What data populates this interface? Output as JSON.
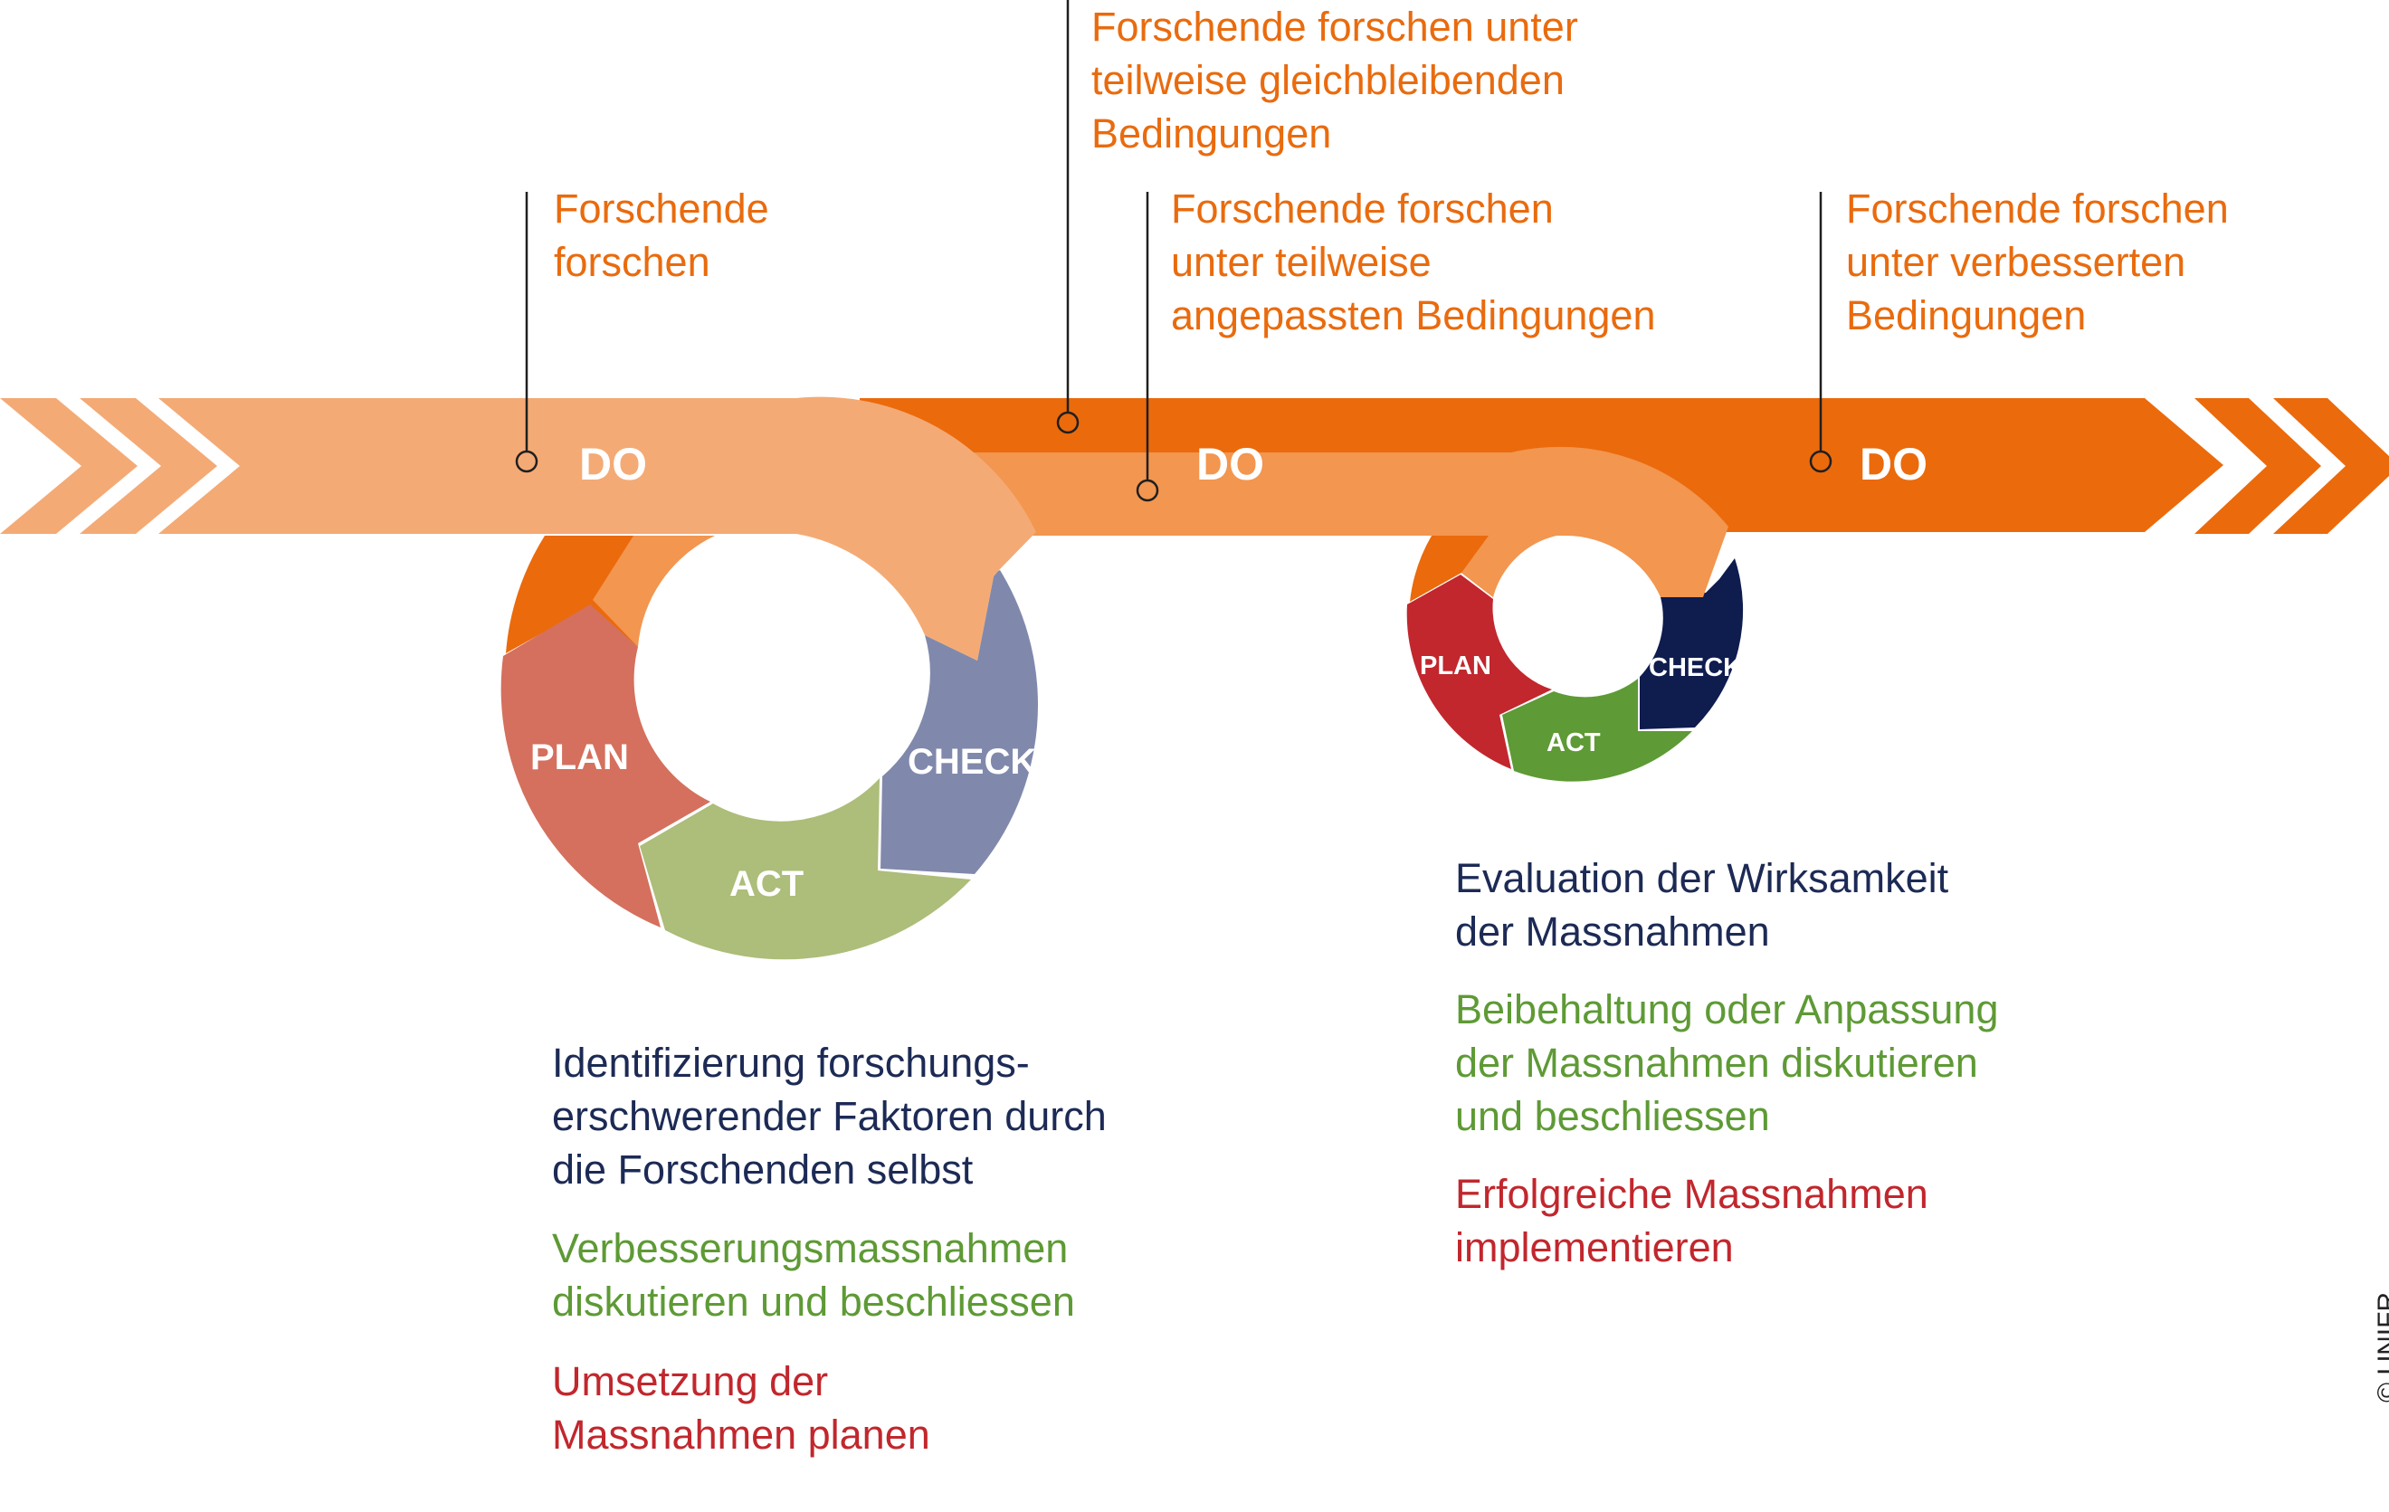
{
  "colors": {
    "light_orange": "#f4aa75",
    "mid_orange": "#f29650",
    "dark_orange": "#eb6a0c",
    "plan_large": "#d4705d",
    "check_large": "#8089ac",
    "act_large": "#adbd7a",
    "plan_small": "#c1272d",
    "check_small": "#0e1c4e",
    "act_small": "#5e9a35",
    "label_orange": "#e96b0e",
    "label_navy": "#1c2a55",
    "label_green": "#5e9a35",
    "label_red": "#c1272d"
  },
  "timeline": {
    "do_labels": [
      "DO",
      "DO",
      "DO"
    ],
    "top_notes": [
      "Forschende\nforschen",
      "Forschende forschen unter\nteilweise gleichbleibenden\nBedingungen",
      "Forschende forschen\nunter teilweise\nangepassten Bedingungen",
      "Forschende forschen\nunter verbesserten\nBedingungen"
    ]
  },
  "cycle_large": {
    "plan": "PLAN",
    "act": "ACT",
    "check": "CHECK",
    "descriptions": [
      "Identifizierung forschungs-\nerschwerender Faktoren durch\ndie Forschenden selbst",
      "Verbesserungsmassnahmen\ndiskutieren und beschliessen",
      "Umsetzung der\nMassnahmen planen"
    ]
  },
  "cycle_small": {
    "plan": "PLAN",
    "act": "ACT",
    "check": "CHECK",
    "descriptions": [
      "Evaluation der Wirksamkeit\nder Massnahmen",
      "Beibehaltung oder Anpassung\nder Massnahmen diskutieren\nund beschliessen",
      "Erfolgreiche Massnahmen\nimplementieren"
    ]
  },
  "copyright": "© UNIFR"
}
